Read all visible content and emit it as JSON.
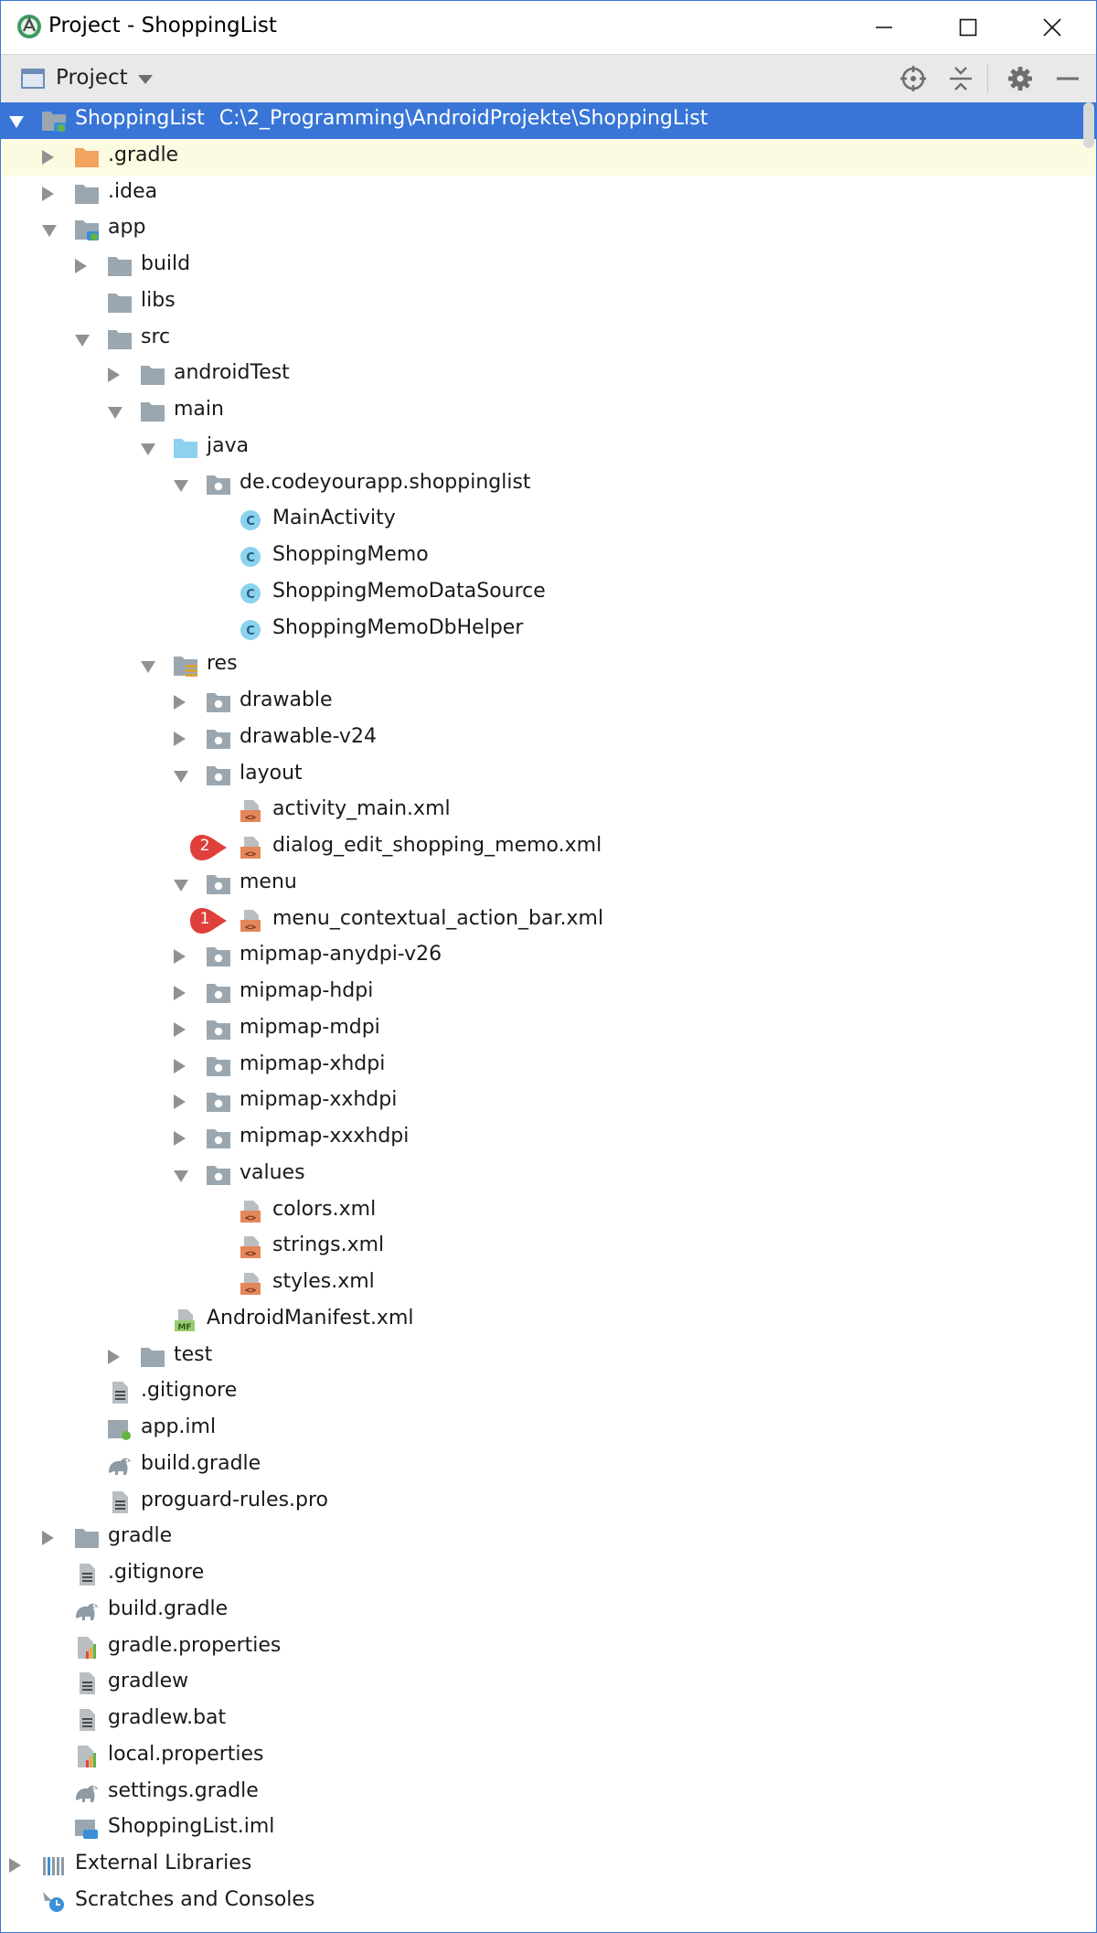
{
  "window": {
    "title": "Project - ShoppingList",
    "minimize_icon": "minimize-icon",
    "maximize_icon": "maximize-icon",
    "close_icon": "close-icon"
  },
  "toolbar": {
    "view_label": "Project",
    "tools": [
      "locate-icon",
      "collapse-all-icon",
      "gear-icon",
      "hide-icon"
    ]
  },
  "colors": {
    "selection": "#3875d6",
    "hover_row": "#fbfbe2",
    "folder": "#9aa7b0",
    "source_folder": "#8ed0f0",
    "class_icon": "#8ad2ee",
    "xml_icon": "#e3875a",
    "badge": "#e0403c"
  },
  "tree": [
    {
      "label": "ShoppingList",
      "path": "C:\\2_Programming\\AndroidProjekte\\ShoppingList",
      "depth": 0,
      "arrow": "open",
      "icon": "module-folder-icon",
      "selected": true
    },
    {
      "label": ".gradle",
      "depth": 1,
      "arrow": "closed",
      "icon": "orange-folder-icon",
      "hover": true
    },
    {
      "label": ".idea",
      "depth": 1,
      "arrow": "closed",
      "icon": "folder-icon"
    },
    {
      "label": "app",
      "depth": 1,
      "arrow": "open",
      "icon": "module-folder-icon"
    },
    {
      "label": "build",
      "depth": 2,
      "arrow": "closed",
      "icon": "folder-icon"
    },
    {
      "label": "libs",
      "depth": 2,
      "arrow": "none",
      "icon": "folder-icon"
    },
    {
      "label": "src",
      "depth": 2,
      "arrow": "open",
      "icon": "folder-icon"
    },
    {
      "label": "androidTest",
      "depth": 3,
      "arrow": "closed",
      "icon": "folder-icon"
    },
    {
      "label": "main",
      "depth": 3,
      "arrow": "open",
      "icon": "folder-icon"
    },
    {
      "label": "java",
      "depth": 4,
      "arrow": "open",
      "icon": "source-folder-icon"
    },
    {
      "label": "de.codeyourapp.shoppinglist",
      "depth": 5,
      "arrow": "open",
      "icon": "package-icon"
    },
    {
      "label": "MainActivity",
      "depth": 6,
      "arrow": "none",
      "icon": "class-icon"
    },
    {
      "label": "ShoppingMemo",
      "depth": 6,
      "arrow": "none",
      "icon": "class-icon"
    },
    {
      "label": "ShoppingMemoDataSource",
      "depth": 6,
      "arrow": "none",
      "icon": "class-icon"
    },
    {
      "label": "ShoppingMemoDbHelper",
      "depth": 6,
      "arrow": "none",
      "icon": "class-icon"
    },
    {
      "label": "res",
      "depth": 4,
      "arrow": "open",
      "icon": "resource-folder-icon"
    },
    {
      "label": "drawable",
      "depth": 5,
      "arrow": "closed",
      "icon": "package-icon"
    },
    {
      "label": "drawable-v24",
      "depth": 5,
      "arrow": "closed",
      "icon": "package-icon"
    },
    {
      "label": "layout",
      "depth": 5,
      "arrow": "open",
      "icon": "package-icon"
    },
    {
      "label": "activity_main.xml",
      "depth": 6,
      "arrow": "none",
      "icon": "xml-file-icon"
    },
    {
      "label": "dialog_edit_shopping_memo.xml",
      "depth": 6,
      "arrow": "none",
      "icon": "xml-file-icon",
      "badge": "2"
    },
    {
      "label": "menu",
      "depth": 5,
      "arrow": "open",
      "icon": "package-icon"
    },
    {
      "label": "menu_contextual_action_bar.xml",
      "depth": 6,
      "arrow": "none",
      "icon": "xml-file-icon",
      "badge": "1"
    },
    {
      "label": "mipmap-anydpi-v26",
      "depth": 5,
      "arrow": "closed",
      "icon": "package-icon"
    },
    {
      "label": "mipmap-hdpi",
      "depth": 5,
      "arrow": "closed",
      "icon": "package-icon"
    },
    {
      "label": "mipmap-mdpi",
      "depth": 5,
      "arrow": "closed",
      "icon": "package-icon"
    },
    {
      "label": "mipmap-xhdpi",
      "depth": 5,
      "arrow": "closed",
      "icon": "package-icon"
    },
    {
      "label": "mipmap-xxhdpi",
      "depth": 5,
      "arrow": "closed",
      "icon": "package-icon"
    },
    {
      "label": "mipmap-xxxhdpi",
      "depth": 5,
      "arrow": "closed",
      "icon": "package-icon"
    },
    {
      "label": "values",
      "depth": 5,
      "arrow": "open",
      "icon": "package-icon"
    },
    {
      "label": "colors.xml",
      "depth": 6,
      "arrow": "none",
      "icon": "xml-file-icon"
    },
    {
      "label": "strings.xml",
      "depth": 6,
      "arrow": "none",
      "icon": "xml-file-icon"
    },
    {
      "label": "styles.xml",
      "depth": 6,
      "arrow": "none",
      "icon": "xml-file-icon"
    },
    {
      "label": "AndroidManifest.xml",
      "depth": 4,
      "arrow": "none",
      "icon": "manifest-file-icon"
    },
    {
      "label": "test",
      "depth": 3,
      "arrow": "closed",
      "icon": "folder-icon"
    },
    {
      "label": ".gitignore",
      "depth": 2,
      "arrow": "none",
      "icon": "text-file-icon"
    },
    {
      "label": "app.iml",
      "depth": 2,
      "arrow": "none",
      "icon": "module-file-icon"
    },
    {
      "label": "build.gradle",
      "depth": 2,
      "arrow": "none",
      "icon": "gradle-icon"
    },
    {
      "label": "proguard-rules.pro",
      "depth": 2,
      "arrow": "none",
      "icon": "text-file-icon"
    },
    {
      "label": "gradle",
      "depth": 1,
      "arrow": "closed",
      "icon": "folder-icon"
    },
    {
      "label": ".gitignore",
      "depth": 1,
      "arrow": "none",
      "icon": "text-file-icon"
    },
    {
      "label": "build.gradle",
      "depth": 1,
      "arrow": "none",
      "icon": "gradle-icon"
    },
    {
      "label": "gradle.properties",
      "depth": 1,
      "arrow": "none",
      "icon": "properties-file-icon"
    },
    {
      "label": "gradlew",
      "depth": 1,
      "arrow": "none",
      "icon": "text-file-icon"
    },
    {
      "label": "gradlew.bat",
      "depth": 1,
      "arrow": "none",
      "icon": "text-file-icon"
    },
    {
      "label": "local.properties",
      "depth": 1,
      "arrow": "none",
      "icon": "properties-file-icon"
    },
    {
      "label": "settings.gradle",
      "depth": 1,
      "arrow": "none",
      "icon": "gradle-icon"
    },
    {
      "label": "ShoppingList.iml",
      "depth": 1,
      "arrow": "none",
      "icon": "iml-file-icon"
    },
    {
      "label": "External Libraries",
      "depth": 0,
      "arrow": "closed",
      "icon": "libraries-icon"
    },
    {
      "label": "Scratches and Consoles",
      "depth": 0,
      "arrow": "none",
      "icon": "scratches-icon"
    }
  ]
}
